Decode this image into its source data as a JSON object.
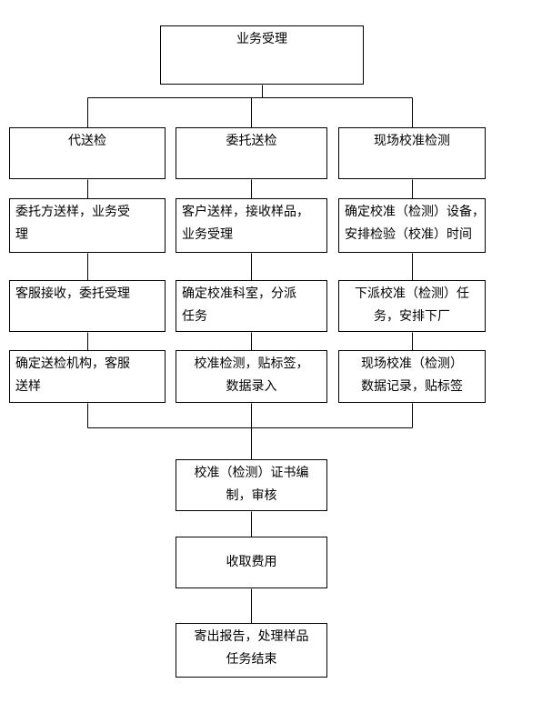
{
  "flowchart": {
    "start": "业务受理",
    "columns": [
      {
        "header": "代送检",
        "steps": [
          "委托方送样，业务受\n理",
          "客服接收，委托受理",
          "确定送检机构，客服\n送样"
        ]
      },
      {
        "header": "委托送检",
        "steps": [
          "客户送样，接收样品，\n业务受理",
          "确定校准科室，分派\n任务",
          "校准检测，贴标签，\n数据录入"
        ]
      },
      {
        "header": "现场校准检测",
        "steps": [
          "确定校准（检测）设备，\n安排检验（校准）时间",
          "下派校准（检测）任\n务，安排下厂",
          "现场校准（检测）\n数据记录，贴标签"
        ]
      }
    ],
    "final_steps": [
      "校准（检测）证书编\n制，审核",
      "收取费用",
      "寄出报告，处理样品\n任务结束"
    ]
  }
}
